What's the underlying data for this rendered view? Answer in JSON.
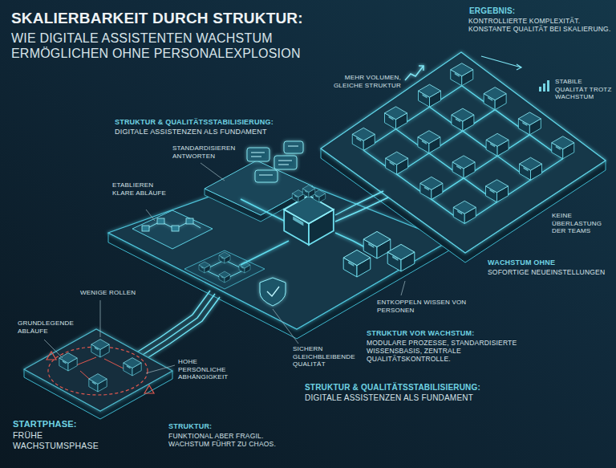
{
  "diagram": {
    "title": "SKALIERBARKEIT DURCH STRUKTUR:",
    "labels": [
      "WIE DIGITALE ASSISTENTEN WACHSTUM ERMÖGLICHEN OHNE PERSONALEXPLOSION",
      "ERGEBNIS:",
      "KONTROLLIERTE KOMPLEXITÄT. KONSTANTE QUALITÄT BEI SKALIERUNG.",
      "MEHR VOLUMEN, GLEICHE STRUKTUR",
      "STABILE QUALITÄT TROTZ WACHSTUM",
      "KEINE ÜBERLASTUNG DER TEAMS",
      "WACHSTUM OHNE",
      "SOFORTIGE NEUEINSTELLUNGEN",
      "STRUKTUR & QUALITÄTSSTABILISIERUNG:",
      "DIGITALE ASSISTENZEN ALS FUNDAMENT",
      "STANDARDISIEREN ANTWORTEN",
      "ETABLIEREN KLARE ABLÄUFE",
      "ENTKOPPELN WISSEN VON PERSONEN",
      "STRUKTUR VOR WACHSTUM:",
      "MODULARE PROZESSE, STANDARDISIERTE WISSENSBASIS, ZENTRALE QUALITÄTSKONTROLLE.",
      "SICHERN GLEICHBLEIBENDE QUALITÄT",
      "STRUKTUR & QUALITÄTSSTABILISIERUNG:",
      "DIGITALE ASSISTENZEN ALS FUNDAMENT",
      "WENIGE ROLLEN",
      "GRUNDLEGENDE ABLÄUFE",
      "HOHE PERSÖNLICHE ABHÄNGIGKEIT",
      "STARTPHASE:",
      "FRÜHE WACHSTUMSPHASE",
      "STRUKTUR:",
      "FUNKTIONAL ABER FRAGIL. WACHSTUM FÜHRT ZU CHAOS."
    ]
  }
}
